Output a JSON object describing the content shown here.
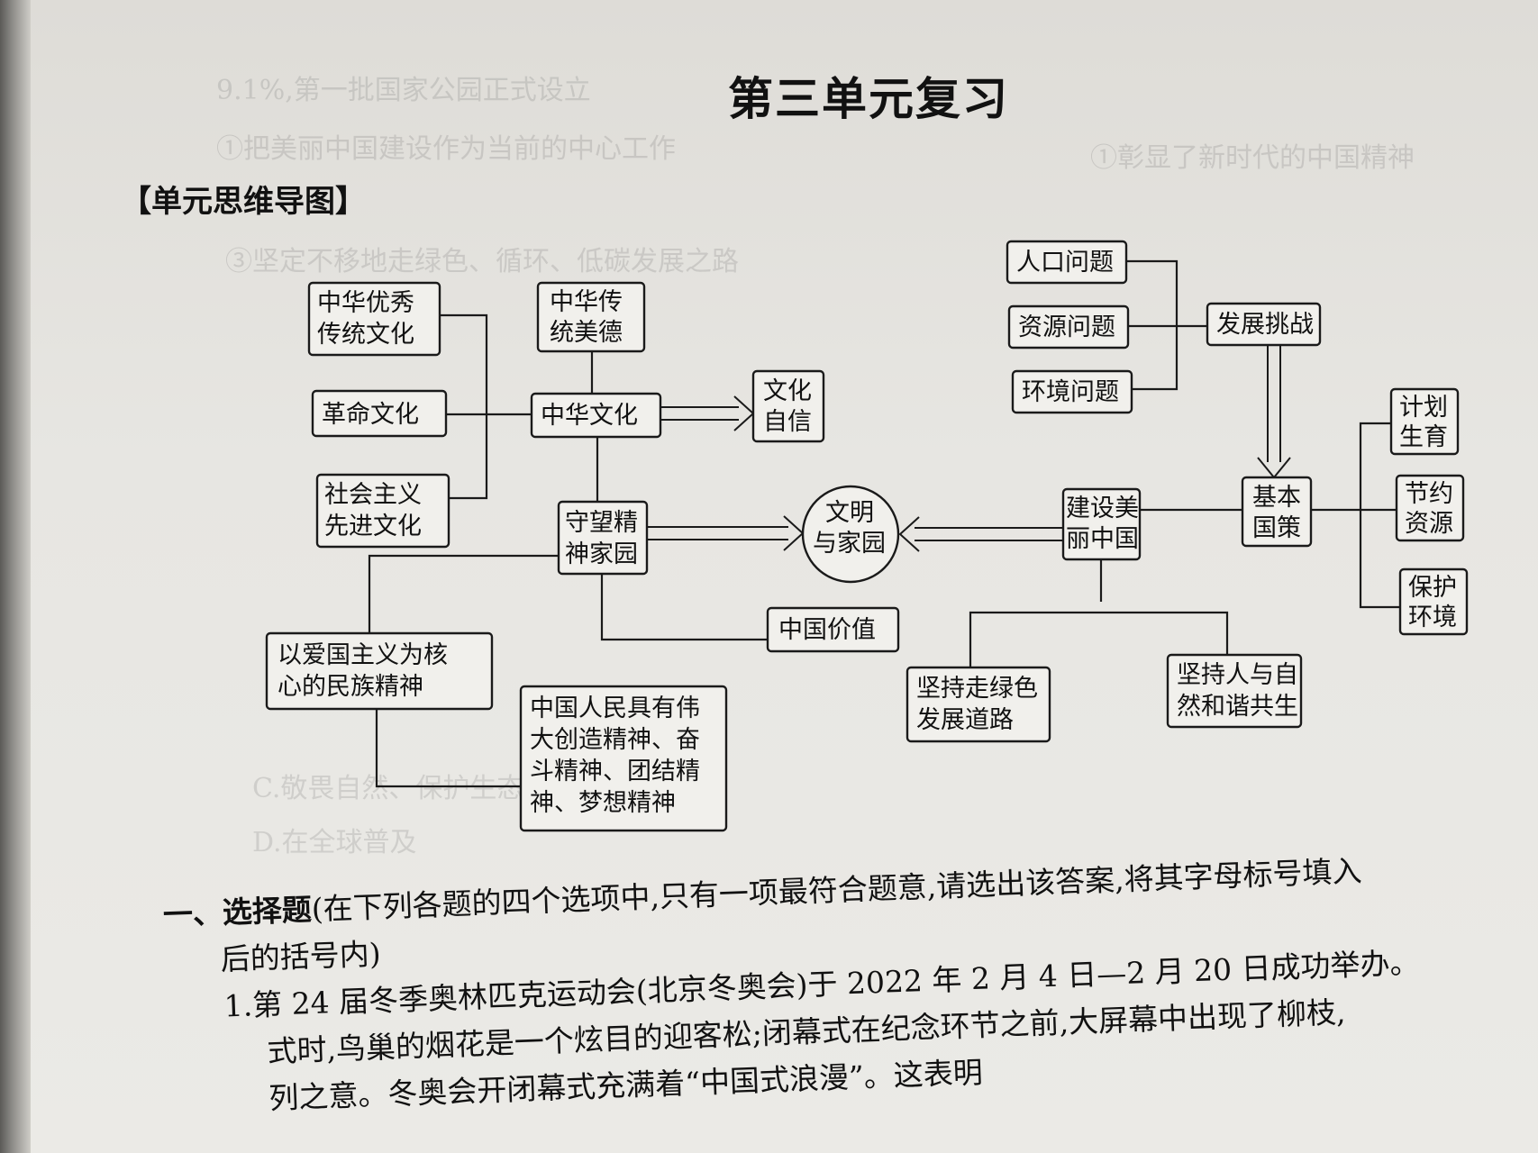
{
  "title": "第三单元复习",
  "section_heading": "【单元思维导图】",
  "nodes": {
    "zh_excellent": [
      "中华优秀",
      "传统文化"
    ],
    "revolution": [
      "革命文化"
    ],
    "socialist": [
      "社会主义",
      "先进文化"
    ],
    "virtue": [
      "中华传",
      "统美德"
    ],
    "chinese_culture": [
      "中华文化"
    ],
    "confidence": [
      "文化",
      "自信"
    ],
    "spiritual": [
      "守望精",
      "神家园"
    ],
    "civ_home": [
      "文明",
      "与家园"
    ],
    "patriotism": [
      "以爱国主义为核",
      "心的民族精神"
    ],
    "people_spirit": [
      "中国人民具有伟",
      "大创造精神、奋",
      "斗精神、团结精",
      "神、梦想精神"
    ],
    "values": [
      "中国价值"
    ],
    "population": [
      "人口问题"
    ],
    "resource": [
      "资源问题"
    ],
    "environment": [
      "环境问题"
    ],
    "challenge": [
      "发展挑战"
    ],
    "beautiful": [
      "建设美",
      "丽中国"
    ],
    "policy": [
      "基本",
      "国策"
    ],
    "family_plan": [
      "计划",
      "生育"
    ],
    "save": [
      "节约",
      "资源"
    ],
    "protect": [
      "保护",
      "环境"
    ],
    "green": [
      "坚持走绿色",
      "发展道路"
    ],
    "harmony": [
      "坚持人与自",
      "然和谐共生"
    ]
  },
  "questions": {
    "section_label": "一、选择题",
    "section_text": "(在下列各题的四个选项中,只有一项最符合题意,请选出该答案,将其字母标号填入",
    "section_text_2": "后的括号内)",
    "q1_line1": "1.第 24 届冬季奥林匹克运动会(北京冬奥会)于 2022 年 2 月 4 日—2 月 20 日成功举办。",
    "q1_line2": "式时,鸟巢的烟花是一个炫目的迎客松;闭幕式在纪念环节之前,大屏幕中出现了柳枝,",
    "q1_line3": "列之意。冬奥会开闭幕式充满着“中国式浪漫”。这表明"
  }
}
